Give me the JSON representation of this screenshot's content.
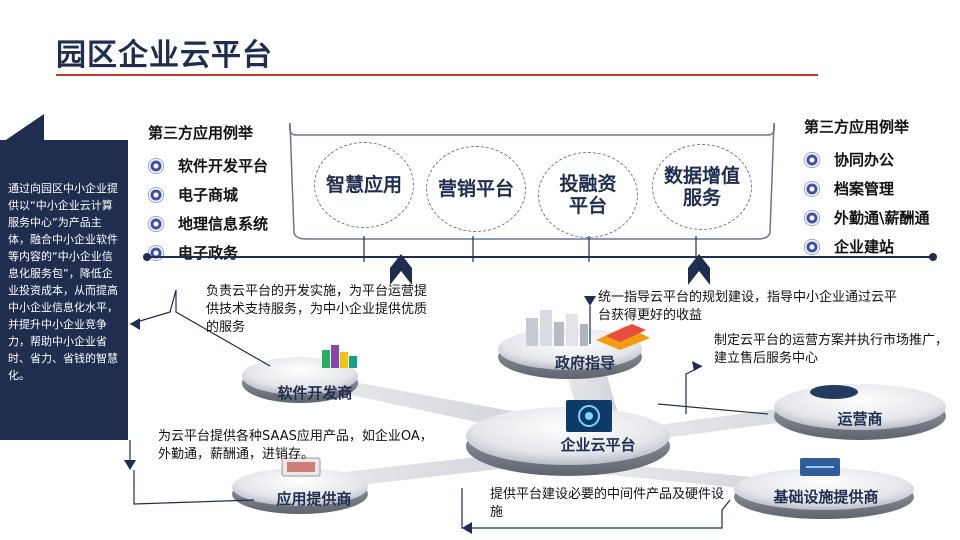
{
  "title": "园区企业云平台",
  "side_text": "通过向园区中小企业提供以“中小企业云计算服务中心”为产品主体，融合中小企业软件等内容的“中小企业信息化服务包”，降低企业投资成本，从而提高中小企业信息化水平，并提升中小企业竞争力，帮助中小企业省时、省力、省钱的智慧化。",
  "left_list": {
    "heading": "第三方应用例举",
    "items": [
      "软件开发平台",
      "电子商城",
      "地理信息系统",
      "电子政务"
    ]
  },
  "right_list": {
    "heading": "第三方应用例举",
    "items": [
      "协同办公",
      "档案管理",
      "外勤通\\薪酬通",
      "企业建站"
    ]
  },
  "bubbles": {
    "b1": "智慧应用",
    "b2": "营销平台",
    "b3a": "投融资",
    "b3b": "平台",
    "b4a": "数据增值",
    "b4b": "服务"
  },
  "descriptions": {
    "dev": "负责云平台的开发实施，为平台运营提供技术支持服务，为中小企业提供优质的服务",
    "gov": "统一指导云平台的规划建设，指导中小企业通过云平台获得更好的收益",
    "ops": "制定云平台的运营方案并执行市场推广，建立售后服务中心",
    "app": "为云平台提供各种SAAS应用产品，如企业OA，外勤通，薪酬通，进销存。",
    "infra": "提供平台建设必要的中间件产品及硬件设施"
  },
  "discs": {
    "dev": "软件开发商",
    "gov": "政府指导",
    "center": "企业云平台",
    "ops": "运营商",
    "app": "应用提供商",
    "infra": "基础设施提供商"
  },
  "colors": {
    "navy": "#1f2d4f",
    "accent_red": "#c0392b",
    "bullet_blue": "#3b4db0"
  }
}
